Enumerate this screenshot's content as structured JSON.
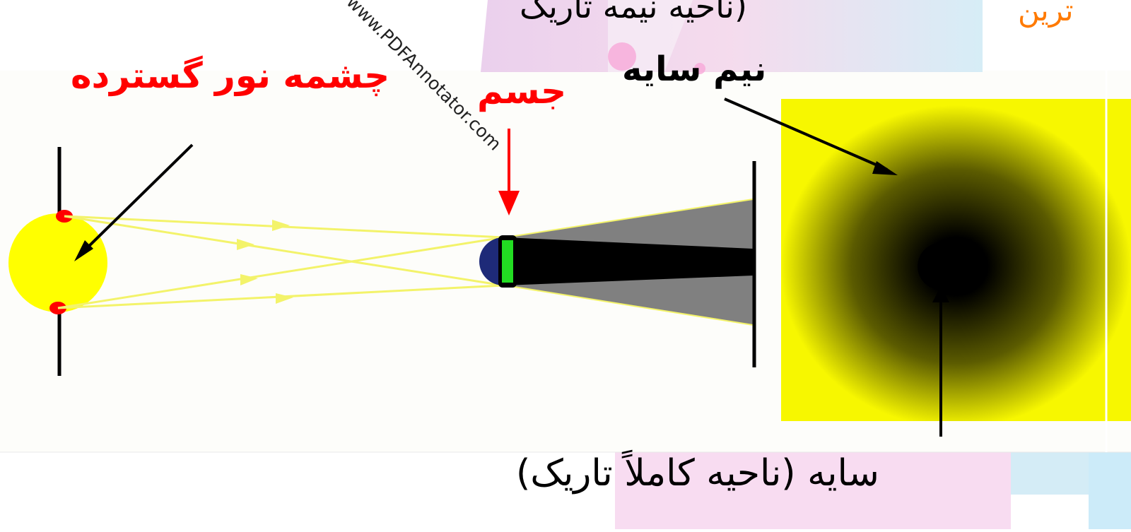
{
  "watermark": "www.PDFAnnotator.com",
  "labels": {
    "light_source": "چشمه نور گسترده",
    "object": "جسم",
    "penumbra": "نیم سایه",
    "penumbra_note": "(ناحیه نیمه تاریک",
    "umbra": "سایه (ناحیه کاملاً تاریک)",
    "corner_fragment": "ترین"
  },
  "colors": {
    "background": "#fdfdfa",
    "source": "#ffff00",
    "rays": "#f3f36a",
    "object_blue": "#1e2a78",
    "object_green": "#22dd22",
    "umbra_cone": "#000000",
    "penumbra_cone": "#808080",
    "screen_yellow": "#f7f700",
    "annotation_red": "#ff0000",
    "annotation_black": "#000000"
  }
}
